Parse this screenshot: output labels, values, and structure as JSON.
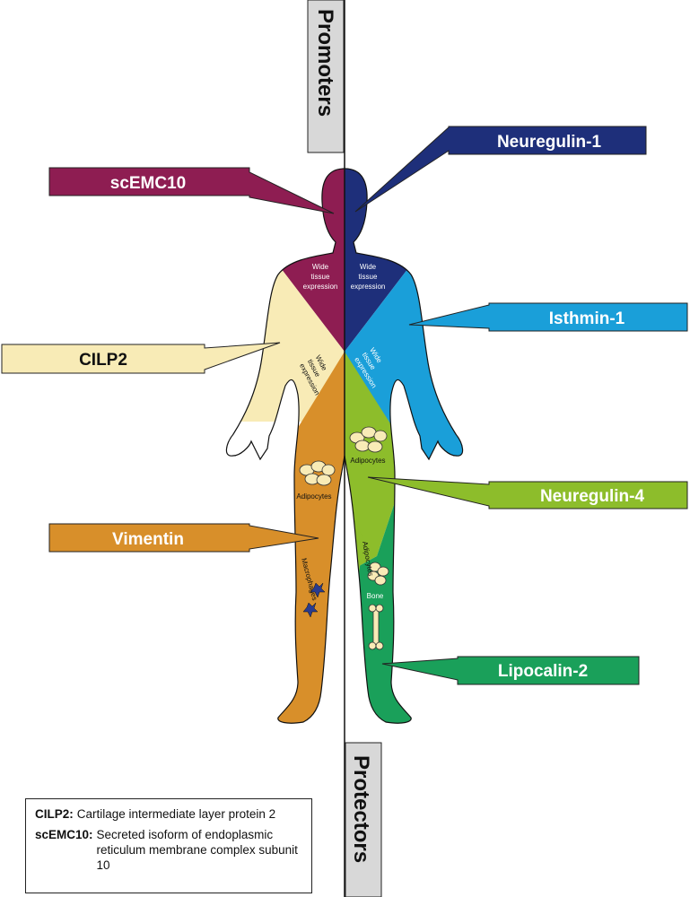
{
  "axis": {
    "top": "Promoters",
    "bottom": "Protectors"
  },
  "labels": {
    "scemc10": "scEMC10",
    "neuregulin1": "Neuregulin-1",
    "cilp2": "CILP2",
    "isthmin1": "Isthmin-1",
    "vimentin": "Vimentin",
    "neuregulin4": "Neuregulin-4",
    "lipocalin2": "Lipocalin-2"
  },
  "body_text": {
    "wide_tissue_line1": "Wide",
    "wide_tissue_line2": "tissue",
    "wide_tissue_line3": "expression",
    "adipocytes": "Adipocytes",
    "macrophages": "Macrophages",
    "bone": "Bone"
  },
  "legend": [
    {
      "term": "CILP2:",
      "definition": "Cartilage intermediate layer protein 2"
    },
    {
      "term": "scEMC10:",
      "definition": "Secreted isoform of endoplasmic reticulum membrane complex subunit 10"
    }
  ],
  "colors": {
    "scemc10": "#8e1d52",
    "neuregulin1": "#1e2f7a",
    "cilp2": "#f8ebb6",
    "isthmin1": "#1a9fd9",
    "vimentin": "#d88f2a",
    "neuregulin4": "#8dbd2b",
    "lipocalin2": "#1aa05a"
  }
}
